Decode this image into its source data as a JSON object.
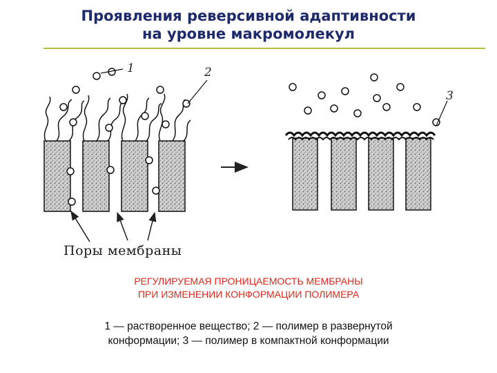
{
  "title": {
    "line1": "Проявления реверсивной адаптивности",
    "line2": "на уровне макромолекул"
  },
  "diagram": {
    "label_1": "1",
    "label_2": "2",
    "label_3": "3",
    "pores_label": "Поры мембраны"
  },
  "caption": {
    "red_line1": "РЕГУЛИРУЕМАЯ ПРОНИЦАЕМОСТЬ МЕМБРАНЫ",
    "red_line2": "ПРИ ИЗМЕНЕНИИ КОНФОРМАЦИИ ПОЛИМЕРА",
    "legend_line1": "1 — растворенное вещество; 2 — полимер в развернутой",
    "legend_line2": "конформации; 3 — полимер в компактной конформации"
  },
  "colors": {
    "title": "#1f2a6b",
    "rule": "#b5bd3a",
    "caption_red": "#e0281c"
  }
}
